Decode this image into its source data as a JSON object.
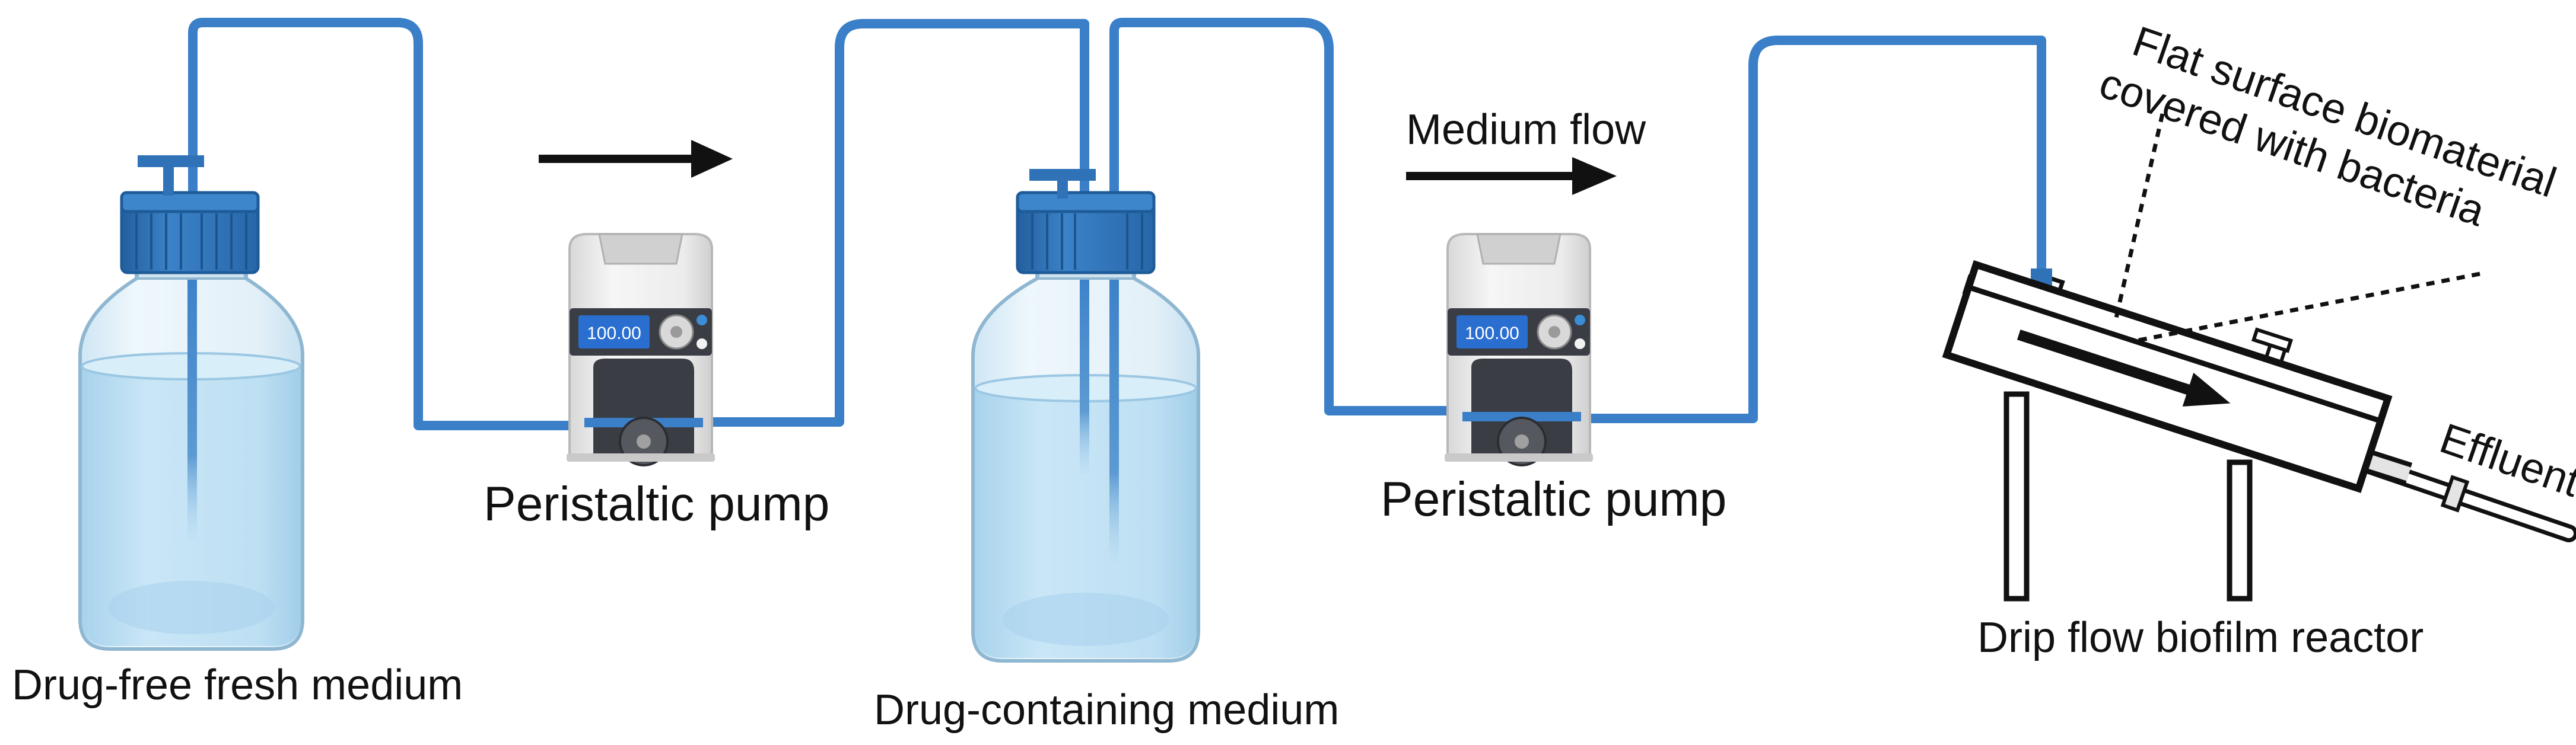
{
  "labels": {
    "bottle1": "Drug-free fresh medium",
    "bottle2": "Drug-containing medium",
    "pump1": "Peristaltic pump",
    "pump2": "Peristaltic pump",
    "pump_display1": "100.00",
    "pump_display2": "100.00",
    "flow": "Medium flow",
    "surface_line1": "Flat surface biomaterial",
    "surface_line2": "covered with bacteria",
    "surface_line3": "",
    "reactor": "Drip flow biofilm reactor",
    "effluent": "Effluent"
  },
  "colors": {
    "tube": "#3a7fc8",
    "cap": "#2f72b8",
    "cap_dark": "#1e5b99",
    "liquid": "#b9ddf2",
    "glass": "#e6f2f9",
    "outline": "#111111",
    "pump_body": "#eeeeee",
    "pump_dark": "#3a3d44"
  }
}
